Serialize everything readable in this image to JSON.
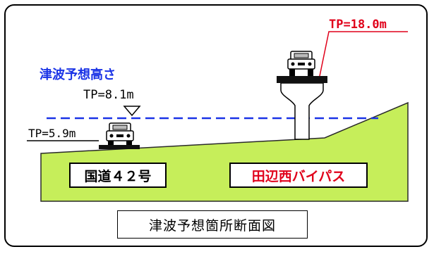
{
  "tsunami": {
    "title": "津波予想高さ",
    "height_label": "TP=8.1m"
  },
  "road42": {
    "level_label": "TP=5.9m",
    "name": "国道４２号"
  },
  "bypass": {
    "level_label": "TP=18.0m",
    "name": "田辺西バイパス"
  },
  "caption": "津波予想箇所断面図",
  "colors": {
    "ground": "#c6ee5a",
    "tsunami_line": "#1a33e6",
    "bypass_accent": "#e0001a"
  }
}
